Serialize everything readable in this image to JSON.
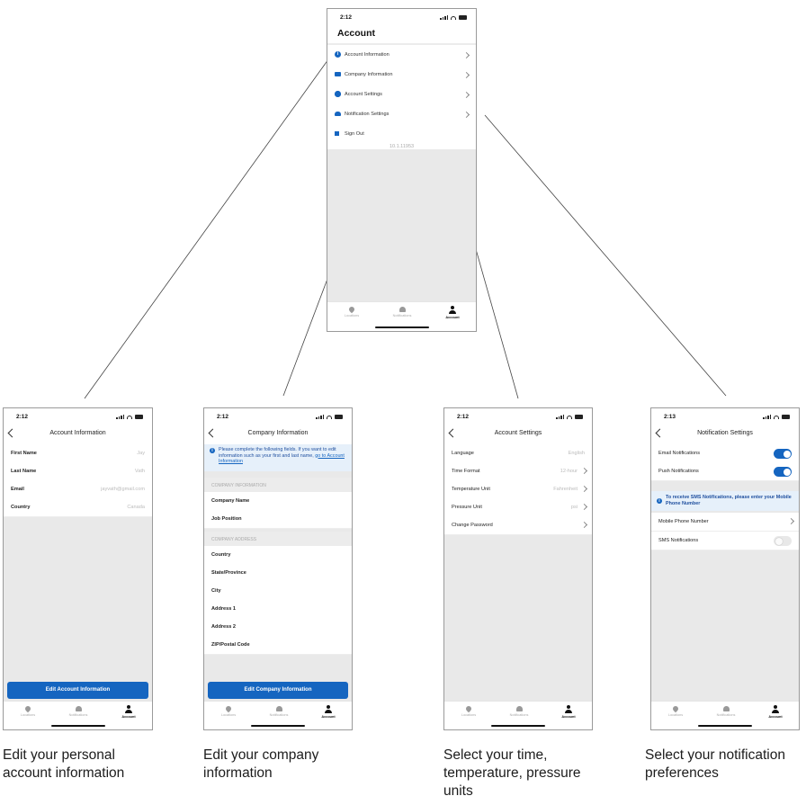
{
  "main": {
    "time": "2:12",
    "title": "Account",
    "items": [
      {
        "label": "Account Information",
        "icon": "info-icon"
      },
      {
        "label": "Company Information",
        "icon": "id-card-icon"
      },
      {
        "label": "Account Settings",
        "icon": "gear-icon"
      },
      {
        "label": "Notification Settings",
        "icon": "megaphone-icon"
      },
      {
        "label": "Sign Out",
        "icon": "sign-out-icon"
      }
    ],
    "version": "10.1.11953"
  },
  "tabs": {
    "locations": "Locations",
    "notifications": "Notifications",
    "account": "Account"
  },
  "account_info": {
    "time": "2:12",
    "title": "Account Information",
    "rows": [
      {
        "label": "First Name",
        "value": "Jay"
      },
      {
        "label": "Last Name",
        "value": "Vath"
      },
      {
        "label": "Email",
        "value": "jayvath@gmail.com"
      },
      {
        "label": "Country",
        "value": "Canada"
      }
    ],
    "button": "Edit Account Information"
  },
  "company_info": {
    "time": "2:12",
    "title": "Company Information",
    "notice": "Please complete the following fields. If you want to edit information such as your first and last name,",
    "notice_link": "go to Account Information",
    "section1": "COMPANY INFORMATION",
    "rows1": [
      {
        "label": "Company Name"
      },
      {
        "label": "Job Position"
      }
    ],
    "section2": "COMPANY ADDRESS",
    "rows2": [
      {
        "label": "Country"
      },
      {
        "label": "State/Province"
      },
      {
        "label": "City"
      },
      {
        "label": "Address 1"
      },
      {
        "label": "Address 2"
      },
      {
        "label": "ZIP/Postal Code"
      }
    ],
    "button": "Edit Company Information"
  },
  "account_settings": {
    "time": "2:12",
    "title": "Account Settings",
    "rows": [
      {
        "label": "Language",
        "value": "English"
      },
      {
        "label": "Time Format",
        "value": "12-hour"
      },
      {
        "label": "Temperature Unit",
        "value": "Fahrenheit"
      },
      {
        "label": "Pressure Unit",
        "value": "psi"
      },
      {
        "label": "Change Password",
        "value": ""
      }
    ]
  },
  "notification_settings": {
    "time": "2:13",
    "title": "Notification Settings",
    "email": "Email Notifications",
    "push": "Push Notifications",
    "notice": "To receive SMS Notifications, please enter your Mobile Phone Number",
    "mobile": "Mobile Phone Number",
    "sms": "SMS Notifications"
  },
  "captions": {
    "account_info": "Edit your personal account information",
    "company_info": "Edit your company information",
    "account_settings": "Select your time, temperature, pressure units",
    "notification_settings": "Select your notification preferences"
  },
  "colors": {
    "accent": "#1565c0"
  }
}
